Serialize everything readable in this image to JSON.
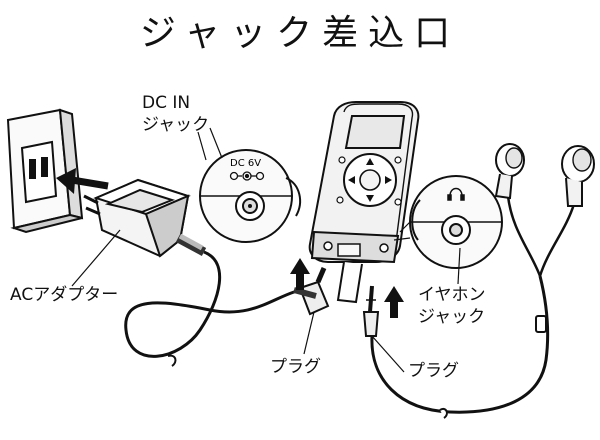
{
  "title": "ジャック差込口",
  "labels": {
    "dc_in_line1": "DC IN",
    "dc_in_line2": "ジャック",
    "dc_spec": "DC 6V",
    "ac_adapter": "ACアダプター",
    "plug_left": "プラグ",
    "plug_right": "プラグ",
    "earphone_line1": "イヤホン",
    "earphone_line2": "ジャック"
  },
  "colors": {
    "ink": "#111111",
    "device_fill": "#f2f2f2",
    "screen_fill": "#e8e8e8",
    "background": "#ffffff"
  },
  "icons": [
    "wall-outlet-icon",
    "headphone-symbol-icon",
    "dc-polarity-icon",
    "insert-arrow-icon"
  ]
}
